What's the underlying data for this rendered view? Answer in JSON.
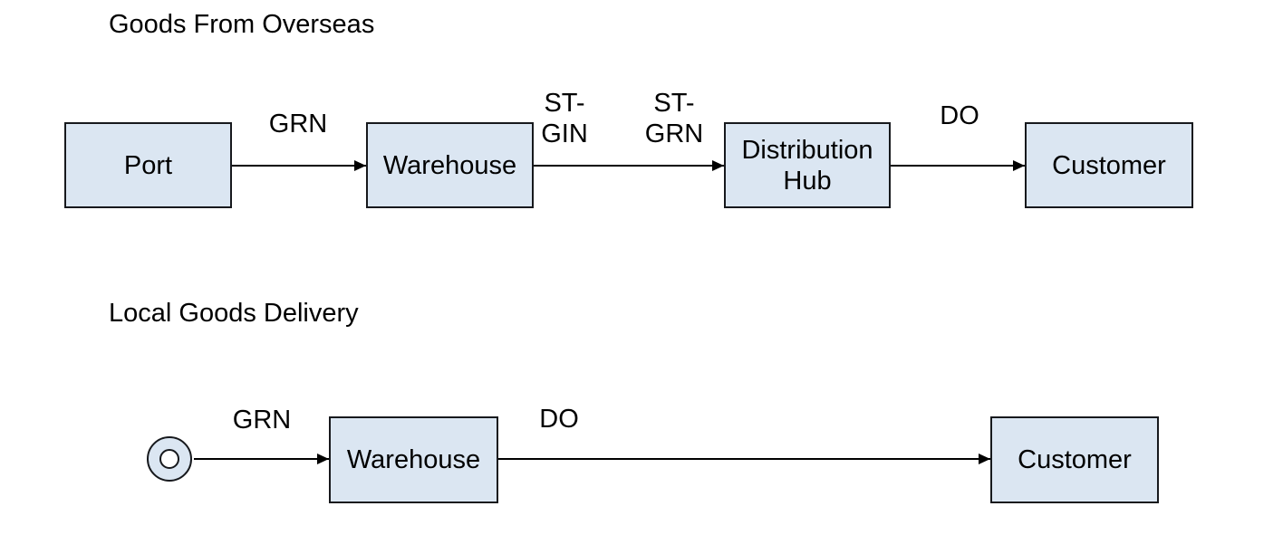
{
  "colors": {
    "canvas_bg": "#ffffff",
    "node_fill": "#dbe6f2",
    "node_border": "#17191d",
    "connector": "#000000",
    "text": "#000000"
  },
  "sections": {
    "overseas": {
      "title": "Goods From Overseas",
      "nodes": [
        {
          "id": "port",
          "label": "Port"
        },
        {
          "id": "warehouse",
          "label": "Warehouse"
        },
        {
          "id": "distribution_hub",
          "label": "Distribution Hub"
        },
        {
          "id": "customer",
          "label": "Customer"
        }
      ],
      "edges": [
        {
          "from": "port",
          "to": "warehouse",
          "labels": [
            "GRN"
          ]
        },
        {
          "from": "warehouse",
          "to": "distribution_hub",
          "labels": [
            "ST-\nGIN",
            "ST-\nGRN"
          ]
        },
        {
          "from": "distribution_hub",
          "to": "customer",
          "labels": [
            "DO"
          ]
        }
      ]
    },
    "local": {
      "title": "Local Goods Delivery",
      "start_marker": "double-circle",
      "nodes": [
        {
          "id": "warehouse",
          "label": "Warehouse"
        },
        {
          "id": "customer",
          "label": "Customer"
        }
      ],
      "edges": [
        {
          "from": "start",
          "to": "warehouse",
          "labels": [
            "GRN"
          ]
        },
        {
          "from": "warehouse",
          "to": "customer",
          "labels": [
            "DO"
          ]
        }
      ]
    }
  }
}
